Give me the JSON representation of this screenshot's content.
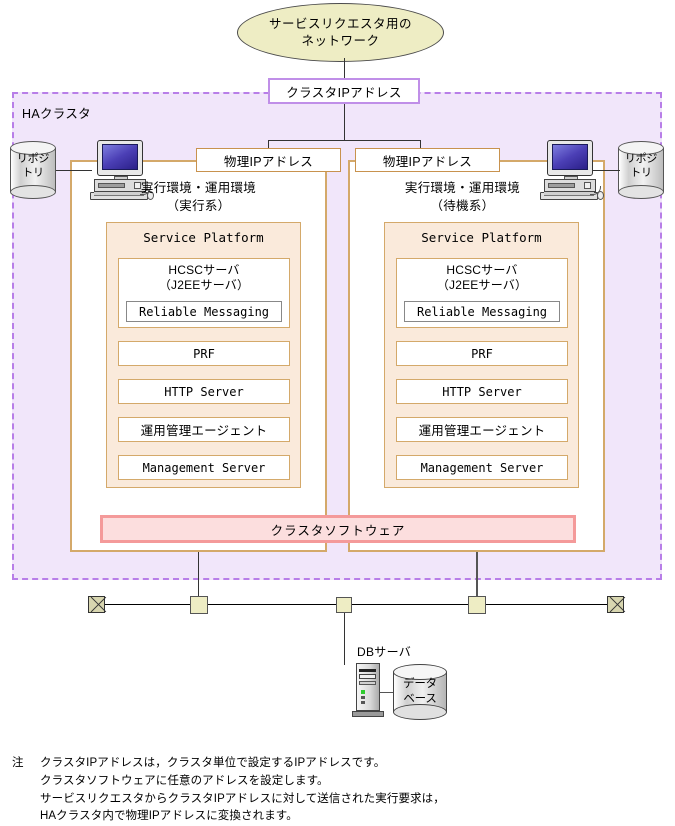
{
  "diagram": {
    "network_ellipse": "サービスリクエスタ用の\nネットワーク",
    "network_ellipse_line1": "サービスリクエスタ用の",
    "network_ellipse_line2": "ネットワーク",
    "cluster_ip_label": "クラスタIPアドレス",
    "ha_cluster_label": "HAクラスタ",
    "cluster_software_label": "クラスタソフトウェア",
    "db_server_label": "DBサーバ",
    "database_label_line1": "データ",
    "database_label_line2": "ベース",
    "repository_label_line1": "リポジ",
    "repository_label_line2": "トリ"
  },
  "nodes": [
    {
      "id": "left",
      "physical_ip_label": "物理IPアドレス",
      "title_line1": "実行環境・運用環境",
      "title_line2": "（実行系）",
      "service_platform_title": "Service Platform",
      "hcsc_line1": "HCSCサーバ",
      "hcsc_line2": "（J2EEサーバ）",
      "reliable_messaging": "Reliable Messaging",
      "stack": [
        "PRF",
        "HTTP Server",
        "運用管理エージェント",
        "Management Server"
      ],
      "repository_line1": "リポジ",
      "repository_line2": "トリ"
    },
    {
      "id": "right",
      "physical_ip_label": "物理IPアドレス",
      "title_line1": "実行環境・運用環境",
      "title_line2": "（待機系）",
      "service_platform_title": "Service Platform",
      "hcsc_line1": "HCSCサーバ",
      "hcsc_line2": "（J2EEサーバ）",
      "reliable_messaging": "Reliable Messaging",
      "stack": [
        "PRF",
        "HTTP Server",
        "運用管理エージェント",
        "Management Server"
      ],
      "repository_line1": "リポジ",
      "repository_line2": "トリ"
    }
  ],
  "note": {
    "marker": "注",
    "lines": [
      "クラスタIPアドレスは，クラスタ単位で設定するIPアドレスです。",
      "クラスタソフトウェアに任意のアドレスを設定します。",
      "サービスリクエスタからクラスタIPアドレスに対して送信された実行要求は，",
      "HAクラスタ内で物理IPアドレスに変換されます。"
    ]
  },
  "colors": {
    "network_fill": "#eeedc4",
    "ha_cluster_fill": "#f1e6fa",
    "ha_cluster_border": "#b87ee8",
    "node_border": "#d4a96a",
    "service_platform_fill": "#faeadb",
    "cluster_software_fill": "#fcdede",
    "cluster_software_border": "#f49a9a",
    "cluster_ip_border": "#c08fe8",
    "lan_node_fill": "#eeedc4"
  }
}
